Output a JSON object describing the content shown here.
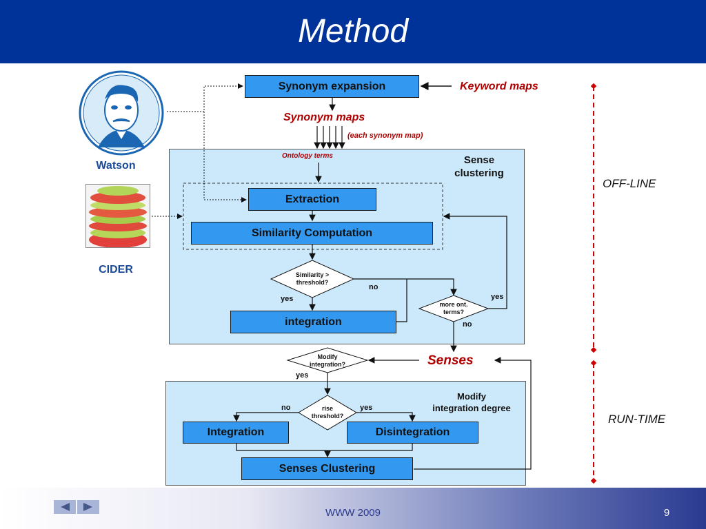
{
  "slide": {
    "title": "Method",
    "footer_text": "WWW 2009",
    "page_number": "9"
  },
  "left": {
    "watson_label": "Watson",
    "cider_label": "CIDER"
  },
  "diagram": {
    "synonym_expansion": "Synonym expansion",
    "keyword_maps": "Keyword maps",
    "synonym_maps": "Synonym maps",
    "each_synonym_map": "(each synonym map)",
    "ontology_terms": "Ontology terms",
    "sense_clustering_1": "Sense",
    "sense_clustering_2": "clustering",
    "extraction": "Extraction",
    "similarity_computation": "Similarity Computation",
    "sim_threshold_1": "Similarity >",
    "sim_threshold_2": "threshold?",
    "no_1": "no",
    "yes_1": "yes",
    "yes_2": "yes",
    "more_ont_1": "more ont.",
    "more_ont_2": "terms?",
    "no_2": "no",
    "integration": "integration",
    "modify_q_1": "Modify",
    "modify_q_2": "integration?",
    "senses": "Senses",
    "yes_3": "yes",
    "modify_degree_1": "Modify",
    "modify_degree_2": "integration degree",
    "rise_1": "rise",
    "rise_2": "threshold?",
    "no_3": "no",
    "yes_4": "yes",
    "integration_box": "Integration",
    "disintegration_box": "Disintegration",
    "senses_clustering": "Senses Clustering",
    "off_line": "OFF-LINE",
    "run_time": "RUN-TIME"
  },
  "colors": {
    "header": "#003399",
    "box_fill": "#3399f0",
    "panel_fill": "#cce8fb",
    "accent_red": "#b00000",
    "label_blue": "#1a4a9a"
  }
}
